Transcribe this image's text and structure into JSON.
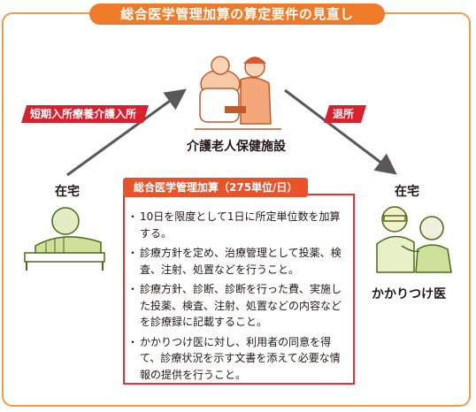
{
  "title": "総合医学管理加算の算定要件の見直し",
  "facility": {
    "label": "介護老人保健施設",
    "illustration": "caregiver-helping-elderly"
  },
  "home_left": {
    "label": "在宅",
    "illustration": "elderly-in-bed"
  },
  "home_right": {
    "label": "在宅",
    "illustration": "doctor-with-patient"
  },
  "doctor_label": "かかりつけ医",
  "tag_left": "短期入所療養介護入所",
  "tag_right": "退所",
  "info": {
    "header": "総合医学管理加算（275単位/日）",
    "items": [
      "10日を限度として1日に所定単位数を加算する。",
      "診療方針を定め、治療管理として投薬、検査、注射、処置などを行うこと。",
      "診療方針、診断、診断を行った費、実施した投薬、検査、注射、処置などの内容などを診療録に記載すること。",
      "かかりつけ医に対し、利用者の同意を得て、診療状況を示す文書を添えて必要な情報の提供を行うこと。"
    ]
  },
  "colors": {
    "frame": "#f39a4a",
    "banner": "#ee7a2a",
    "tag": "#d9202e",
    "box_border": "#e3342f",
    "arrow": "#595757"
  }
}
